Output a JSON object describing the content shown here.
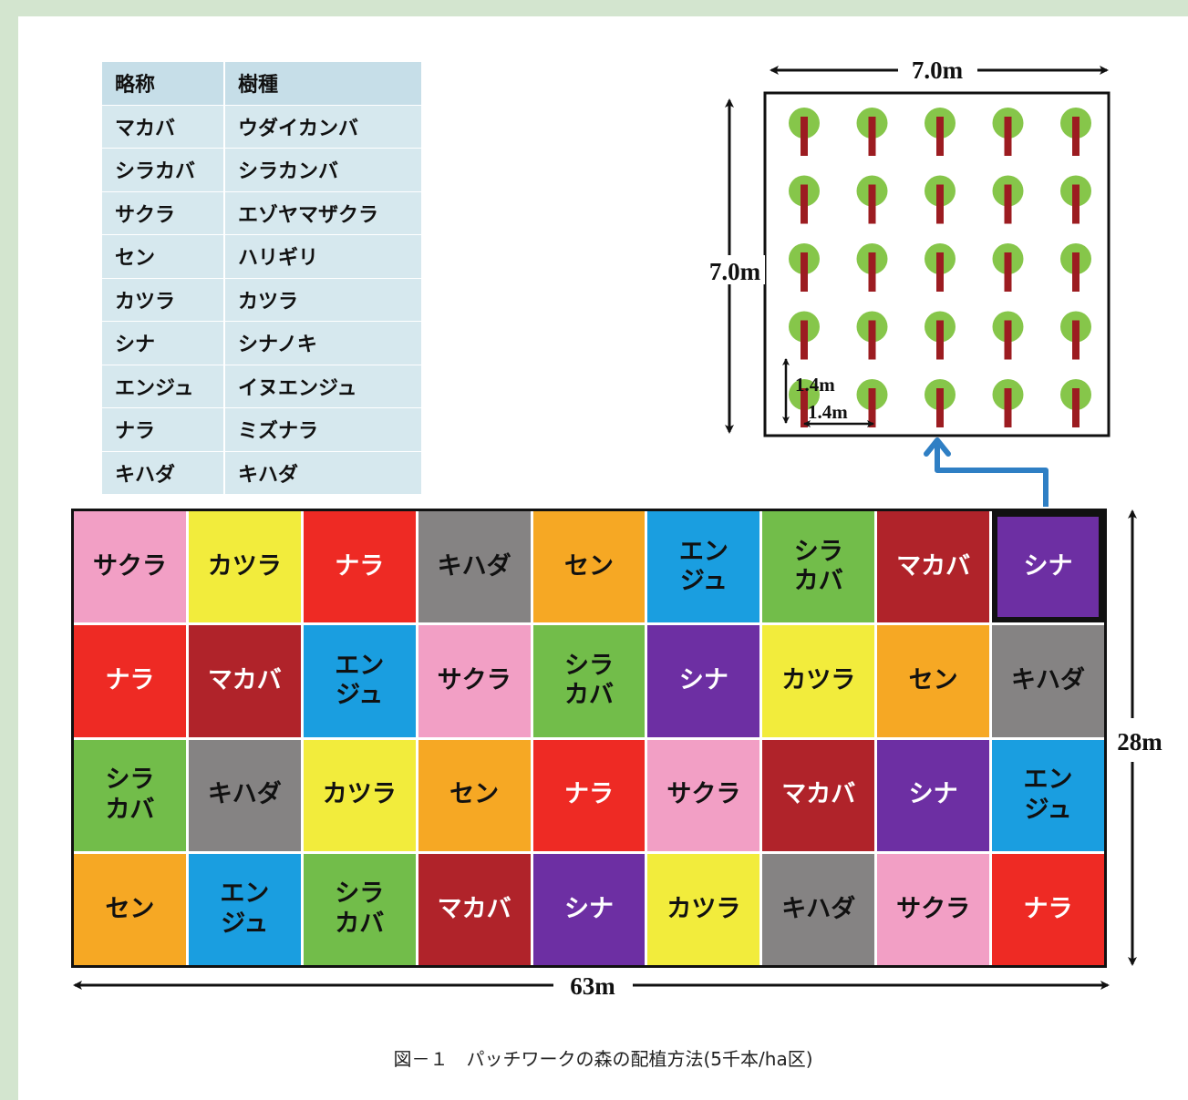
{
  "legend": {
    "headers": [
      "略称",
      "樹種"
    ],
    "rows": [
      [
        "マカバ",
        "ウダイカンバ"
      ],
      [
        "シラカバ",
        "シラカンバ"
      ],
      [
        "サクラ",
        "エゾヤマザクラ"
      ],
      [
        "セン",
        "ハリギリ"
      ],
      [
        "カツラ",
        "カツラ"
      ],
      [
        "シナ",
        "シナノキ"
      ],
      [
        "エンジュ",
        "イヌエンジュ"
      ],
      [
        "ナラ",
        "ミズナラ"
      ],
      [
        "キハダ",
        "キハダ"
      ]
    ]
  },
  "colors": {
    "サクラ": "#f29fc5",
    "カツラ": "#f2ec3c",
    "ナラ": "#ee2a24",
    "キハダ": "#858383",
    "セン": "#f6a824",
    "エンジュ": "#1a9ee0",
    "シラカバ": "#72bd4a",
    "マカバ": "#b0232a",
    "シナ": "#6d2fa3",
    "tree_crown": "#86c64a",
    "tree_trunk": "#9c1c21",
    "arrow_blue": "#2f7fc4"
  },
  "grid": {
    "rows": [
      [
        {
          "species": "サクラ",
          "label": "サクラ"
        },
        {
          "species": "カツラ",
          "label": "カツラ"
        },
        {
          "species": "ナラ",
          "label": "ナラ"
        },
        {
          "species": "キハダ",
          "label": "キハダ"
        },
        {
          "species": "セン",
          "label": "セン"
        },
        {
          "species": "エンジュ",
          "label": "エン\nジュ"
        },
        {
          "species": "シラカバ",
          "label": "シラ\nカバ"
        },
        {
          "species": "マカバ",
          "label": "マカバ"
        },
        {
          "species": "シナ",
          "label": "シナ",
          "highlight": true
        }
      ],
      [
        {
          "species": "ナラ",
          "label": "ナラ"
        },
        {
          "species": "マカバ",
          "label": "マカバ"
        },
        {
          "species": "エンジュ",
          "label": "エン\nジュ"
        },
        {
          "species": "サクラ",
          "label": "サクラ"
        },
        {
          "species": "シラカバ",
          "label": "シラ\nカバ"
        },
        {
          "species": "シナ",
          "label": "シナ"
        },
        {
          "species": "カツラ",
          "label": "カツラ"
        },
        {
          "species": "セン",
          "label": "セン"
        },
        {
          "species": "キハダ",
          "label": "キハダ"
        }
      ],
      [
        {
          "species": "シラカバ",
          "label": "シラ\nカバ"
        },
        {
          "species": "キハダ",
          "label": "キハダ"
        },
        {
          "species": "カツラ",
          "label": "カツラ"
        },
        {
          "species": "セン",
          "label": "セン"
        },
        {
          "species": "ナラ",
          "label": "ナラ"
        },
        {
          "species": "サクラ",
          "label": "サクラ"
        },
        {
          "species": "マカバ",
          "label": "マカバ"
        },
        {
          "species": "シナ",
          "label": "シナ"
        },
        {
          "species": "エンジュ",
          "label": "エン\nジュ"
        }
      ],
      [
        {
          "species": "セン",
          "label": "セン"
        },
        {
          "species": "エンジュ",
          "label": "エン\nジュ"
        },
        {
          "species": "シラカバ",
          "label": "シラ\nカバ"
        },
        {
          "species": "マカバ",
          "label": "マカバ"
        },
        {
          "species": "シナ",
          "label": "シナ"
        },
        {
          "species": "カツラ",
          "label": "カツラ"
        },
        {
          "species": "キハダ",
          "label": "キハダ"
        },
        {
          "species": "サクラ",
          "label": "サクラ"
        },
        {
          "species": "ナラ",
          "label": "ナラ"
        }
      ]
    ]
  },
  "dimensions": {
    "plot_width": "7.0m",
    "plot_height": "7.0m",
    "spacing_v": "1.4m",
    "spacing_h": "1.4m",
    "total_width": "63m",
    "total_height": "28m"
  },
  "trees": {
    "rows": 5,
    "cols": 5
  },
  "caption": "図－１　パッチワークの森の配植方法(5千本/ha区)"
}
